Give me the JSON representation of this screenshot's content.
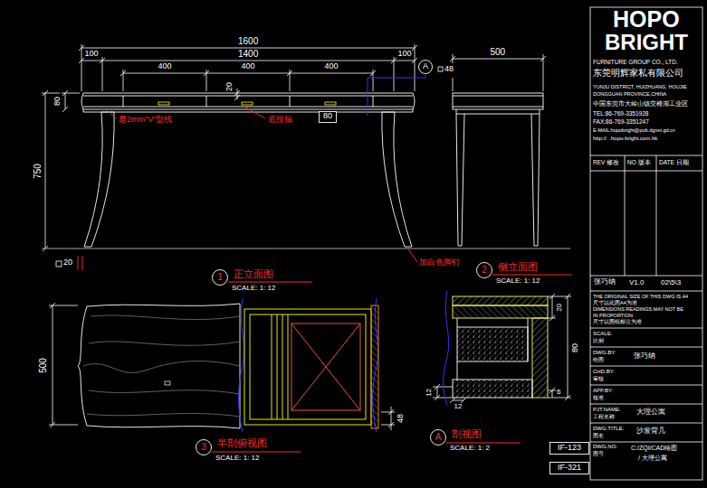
{
  "diagram": {
    "nodes": [
      {
        "text": [
          "A"
        ]
      },
      {
        "text": [
          "80"
        ]
      },
      {
        "text": [
          "1"
        ]
      },
      {
        "text": [
          "2"
        ]
      },
      {
        "text": [
          "3"
        ]
      },
      {
        "text": [
          "A"
        ]
      },
      {
        "text": [
          "IF-123"
        ]
      },
      {
        "text": [
          "IF-321"
        ]
      }
    ],
    "labels": [
      "1600",
      "100",
      "1400",
      "100",
      "400",
      "400",
      "400",
      "20",
      "80",
      "750",
      "48",
      "500",
      "磨2mm\"V\"型线",
      "底按抽",
      "加白色脚钉",
      "20",
      "正立面图",
      "SCALE: 1: 12",
      "侧立面图",
      "SCALE: 1: 12",
      "500",
      "48",
      "半剖俯视图",
      "SCALE: 1: 12",
      "20",
      "80",
      "12",
      "12",
      "6",
      "剖视图",
      "SCALE: 1: 2",
      "HOPO",
      "BRIGHT",
      "FURNITURE GROUP CO., LTD.",
      "东莞明辉家私有限公司",
      "YUNJU DISTRICT, HUIZHUANG, HOUJIE",
      "DONGGUAN PROVINCE,CHINA",
      "中国东莞市大岭山镇交椅湖工业区",
      "TEL:86-769-3351928",
      "FAX:86-769-3351247",
      "E-MAIL:hopobright@pub.dgnet.gd.cn",
      "http://  .hopo-bright.com.hk",
      "REV 修改",
      "NO 版本",
      "DATE 日期",
      "张巧纳",
      "V1.0",
      "02\\5\\3",
      "THE ORIGINAL SIZE OF THIS DWG IS A4",
      "尺寸以此图A4为准",
      "DIMENSIONS READINGS MAY NOT BE",
      "IN PROPORTION",
      "尺寸以图纸标注为准",
      "SCALE:",
      "比例",
      "DWG.BY:",
      "绘图",
      "张巧纳",
      "CHD.BY:",
      "审核",
      "APP.BY:",
      "核准",
      "PJT.NAME:",
      "工程名称",
      "大理公寓",
      "DWG.TITLE:",
      "图名",
      "沙发背几",
      "DWG.NO:",
      "图号",
      "C:/ZQI/CAD绘图",
      "/ 大理公寓"
    ]
  }
}
